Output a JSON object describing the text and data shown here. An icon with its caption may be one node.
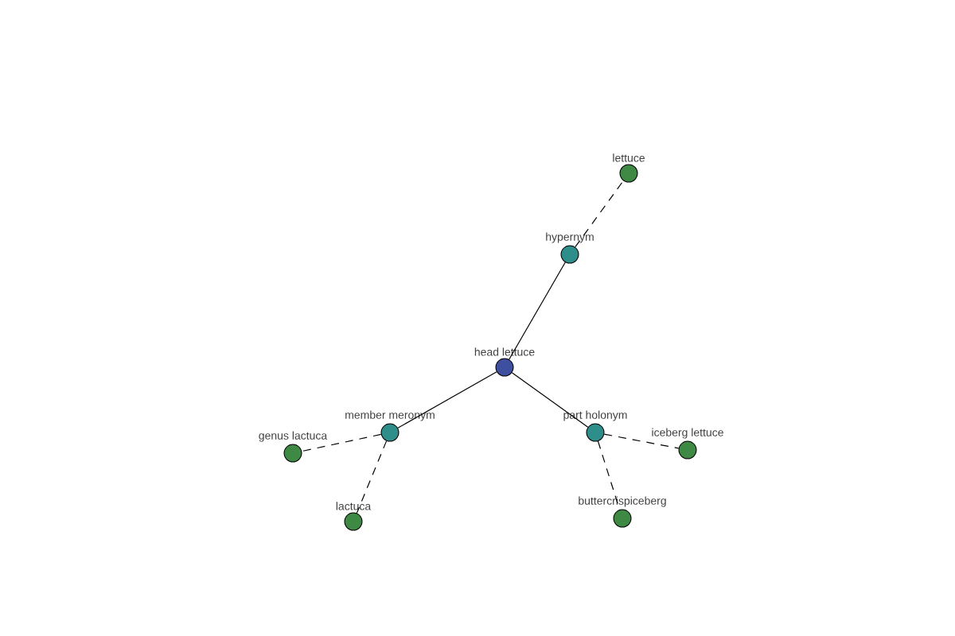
{
  "diagram": {
    "nodes": [
      {
        "text": [
          "lettuce"
        ]
      },
      {
        "text": [
          "hypernym"
        ]
      },
      {
        "text": [
          "head lettuce"
        ]
      },
      {
        "text": [
          "member meronym"
        ]
      },
      {
        "text": [
          "part holonym"
        ]
      },
      {
        "text": [
          "genus lactuca"
        ]
      },
      {
        "text": [
          "iceberg lettuce"
        ]
      },
      {
        "text": [
          "lactuca"
        ]
      },
      {
        "text": [
          "buttercrispiceberg"
        ]
      }
    ],
    "edges": [
      {
        "from": 2,
        "to": 1,
        "arrow": "none"
      },
      {
        "from": 1,
        "to": 0,
        "arrow": "none",
        "style": "dashed"
      },
      {
        "from": 2,
        "to": 3,
        "arrow": "none"
      },
      {
        "from": 2,
        "to": 4,
        "arrow": "none"
      },
      {
        "from": 3,
        "to": 5,
        "arrow": "none",
        "style": "dashed"
      },
      {
        "from": 3,
        "to": 7,
        "arrow": "none",
        "style": "dashed"
      },
      {
        "from": 4,
        "to": 6,
        "arrow": "none",
        "style": "dashed"
      },
      {
        "from": 4,
        "to": 8,
        "arrow": "none",
        "style": "dashed"
      }
    ]
  }
}
